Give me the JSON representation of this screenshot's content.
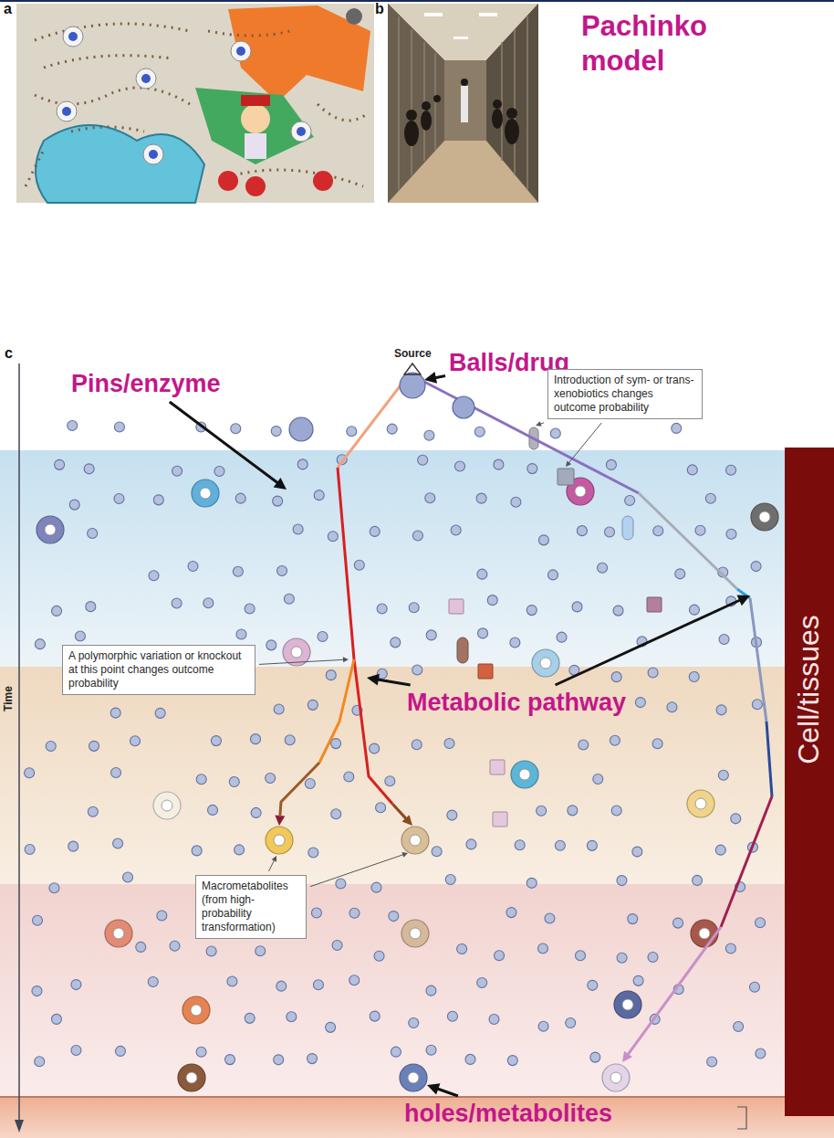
{
  "diagram": {
    "title": "Pachinko model",
    "nodes": [
      {
        "text": [
          "Introduction of sym- or trans-xenobiotics changes outcome probability"
        ]
      },
      {
        "text": [
          "A polymorphic variation or knockout at this point changes outcome probability"
        ]
      },
      {
        "text": [
          "Cell/tissues"
        ]
      },
      {
        "text": [
          "Macrometabolites (from high-probability transformation)"
        ]
      }
    ],
    "labels": [
      "a",
      "b",
      "c",
      "Source",
      "Balls/drug",
      "Pins/enzyme",
      "Metabolic pathway",
      "Time",
      "holes/metabolites"
    ]
  }
}
